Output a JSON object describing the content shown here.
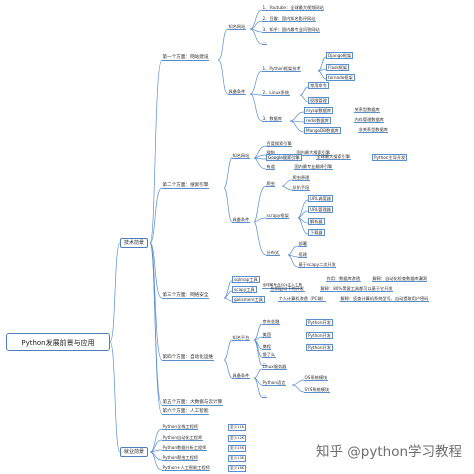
{
  "root": "Python发展前景与应用",
  "categories": {
    "tech": "技术前景",
    "jobs": "就业前景"
  },
  "web": {
    "title": "第一个方面：网站建设",
    "famous": {
      "label": "知名网站",
      "sites": [
        "1、Youtube：全球最大视频网站",
        "2、豆瓣：国内知名影评网站",
        "3、知乎：国内最专业问答网站",
        "..."
      ]
    },
    "conditions": {
      "label": "具备条件",
      "py_framework": {
        "label": "1、Python框架技术",
        "items": [
          "Django框架",
          "Flask框架",
          "tornado框架"
        ]
      },
      "linux": {
        "label": "2、Linux系统",
        "items": [
          "常用命令",
          "权限管理"
        ]
      },
      "db": {
        "label": "3、数据库",
        "items": [
          {
            "name": "mysql数据库",
            "desc": "关系型数据库"
          },
          {
            "name": "redis数据库",
            "desc": "内存管理数据库"
          },
          {
            "name": "MangoDB数据库",
            "desc": "非关系型数据库"
          }
        ]
      }
    }
  },
  "search": {
    "title": "第二个方面：搜索引擎",
    "famous": {
      "label": "知名网站",
      "items": [
        {
          "name": "百度搜索引擎"
        },
        {
          "name": "搜狗",
          "desc": "国内最大搜索引擎"
        },
        {
          "name": "Google搜索引擎",
          "desc": "全球最大搜索引擎",
          "extra": "Python主导开发"
        },
        {
          "name": "有道",
          "desc": "国内最专业翻译引擎"
        }
      ]
    },
    "conditions": {
      "label": "具备条件",
      "crawler": {
        "label": "爬虫",
        "items": [
          "爬虫原理",
          "反扒手段"
        ]
      },
      "scrapy": {
        "label": "scrapy框架",
        "items": [
          "URL调度器",
          "URL管理器",
          "解析器",
          "下载器"
        ]
      },
      "distributed": {
        "label": "分布式",
        "items": [
          "部署",
          "搭建"
        ],
        "note": "基于scapy二次开发"
      }
    }
  },
  "security": {
    "title": "第三个方面：网络安全",
    "tools": [
      {
        "name": "sqlmap工具",
        "desc": "作用：数据库渗透",
        "explain": "解释：自动化检查数据库漏洞"
      },
      {
        "name": "scapy工具",
        "desc": "应用层以下的开发",
        "explain": "解释：80%黑客工具都可以基于它开发"
      },
      {
        "name": "golismero工具",
        "desc": "个人计算机渗透（PC端）",
        "explain": "解释：侦查计算机系统型号，自动提取用户密码"
      }
    ],
    "sqlmap_note": "全球最专业SQL注入工具"
  },
  "ops": {
    "title": "第四个方面：自动化运维",
    "famous": {
      "label": "知名平台",
      "items": [
        {
          "name": "京东金融",
          "desc": "Python开发"
        },
        {
          "name": "美团",
          "desc": "Python开发"
        },
        {
          "name": "携程",
          "desc": "Python开发"
        },
        {
          "name": "饿了么"
        },
        {
          "name": "..."
        }
      ]
    },
    "conditions": {
      "label": "具备条件",
      "linux": "Linux服务器",
      "py_lang": {
        "label": "Python语言",
        "items": [
          "OS系统模块",
          "SYS系统模块"
        ]
      },
      "more": "..."
    }
  },
  "bigdata": {
    "title": "第五个方面：大数据与云计算"
  },
  "ai": {
    "title": "第六个方面：人工智能"
  },
  "jobs": [
    {
      "title": "Python全栈工程师",
      "salary": "至少11K"
    },
    {
      "title": "Python自动化工程师",
      "salary": "至少12K"
    },
    {
      "title": "Python数据分析工程师",
      "salary": "至少15K"
    },
    {
      "title": "Python爬虫工程师",
      "salary": "至少13K"
    },
    {
      "title": "Python+人工智能工程师",
      "salary": "至少18K"
    }
  ],
  "watermark": "知乎 @python学习教程",
  "colors": {
    "line": "#5a8fcf",
    "text": "#2b2b2b"
  }
}
